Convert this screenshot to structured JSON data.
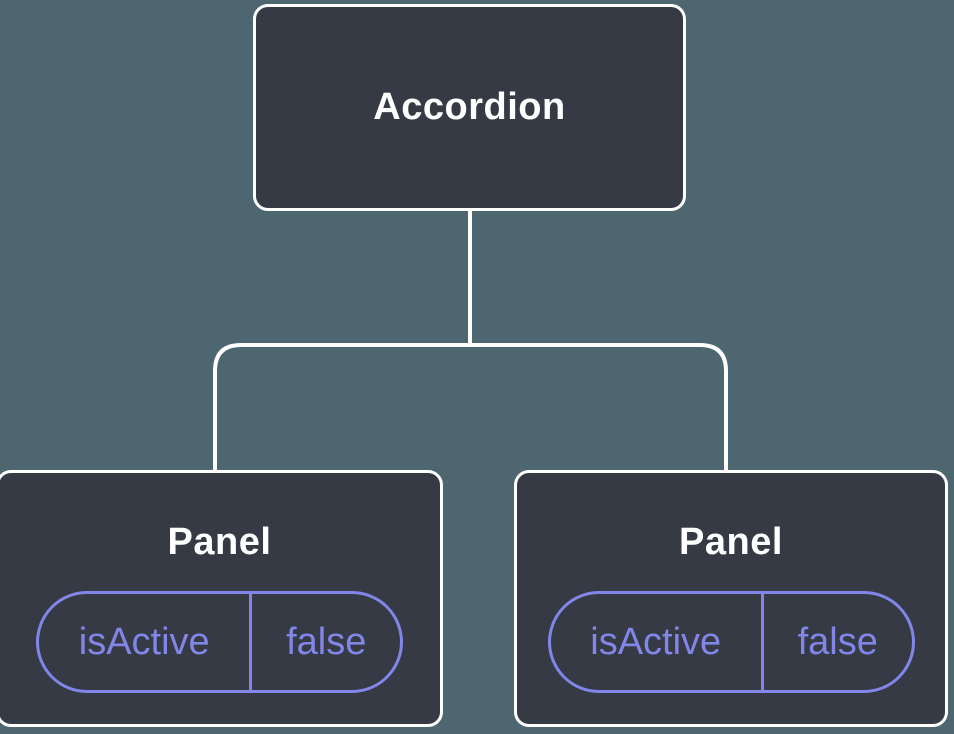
{
  "diagram": {
    "type": "component-tree",
    "colors": {
      "background": "#4d6670",
      "node_fill": "#353a45",
      "node_border": "#ffffff",
      "connector": "#ffffff",
      "state": "#8186e8"
    },
    "root": {
      "label": "Accordion"
    },
    "children": [
      {
        "label": "Panel",
        "state": {
          "name": "isActive",
          "value": "false"
        }
      },
      {
        "label": "Panel",
        "state": {
          "name": "isActive",
          "value": "false"
        }
      }
    ]
  }
}
